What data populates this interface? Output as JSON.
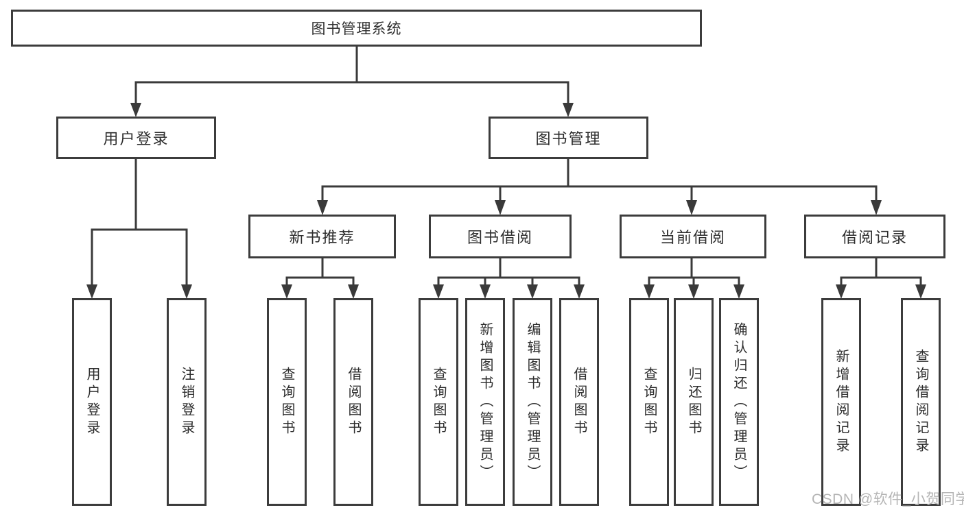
{
  "diagram": {
    "title": "图书管理系统",
    "tree": {
      "label": "图书管理系统",
      "children": [
        {
          "label": "用户登录",
          "children": [
            {
              "label": "用户登录"
            },
            {
              "label": "注销登录"
            }
          ]
        },
        {
          "label": "图书管理",
          "children": [
            {
              "label": "新书推荐",
              "children": [
                {
                  "label": "查询图书"
                },
                {
                  "label": "借阅图书"
                }
              ]
            },
            {
              "label": "图书借阅",
              "children": [
                {
                  "label": "查询图书"
                },
                {
                  "label": "新增图书（管理员）"
                },
                {
                  "label": "编辑图书（管理员）"
                },
                {
                  "label": "借阅图书"
                }
              ]
            },
            {
              "label": "当前借阅",
              "children": [
                {
                  "label": "查询图书"
                },
                {
                  "label": "归还图书"
                },
                {
                  "label": "确认归还（管理员）"
                }
              ]
            },
            {
              "label": "借阅记录",
              "children": [
                {
                  "label": "新增借阅记录"
                },
                {
                  "label": "查询借阅记录"
                }
              ]
            }
          ]
        }
      ]
    },
    "watermark": "CSDN @软件_小贺同学",
    "colors": {
      "line": "#3a3a3a",
      "box_border": "#3c3c3c",
      "text": "#2d2d2d",
      "watermark_text": "#b5b5b5",
      "background": "#ffffff"
    }
  }
}
